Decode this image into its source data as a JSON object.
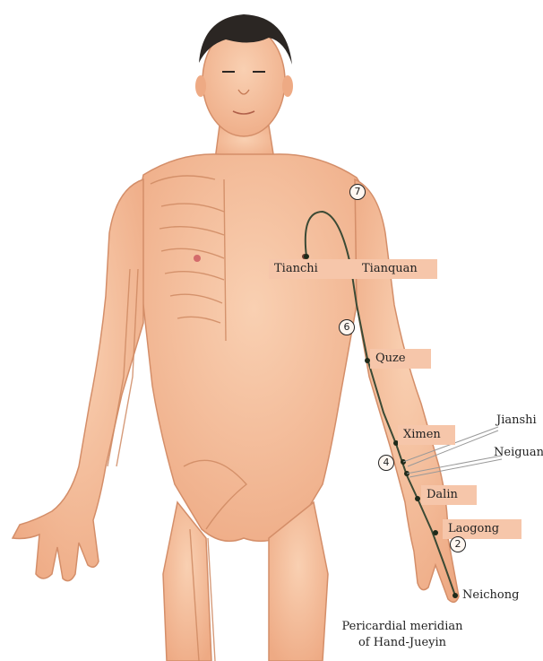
{
  "labels": {
    "tianchi": "Tianchi",
    "tianquan": "Tianquan",
    "quze": "Quze",
    "ximen": "Ximen",
    "jianshi": "Jianshi",
    "neiguan": "Neiguan",
    "dalin": "Dalin",
    "laogong": "Laogong",
    "neichong": "Neichong"
  },
  "markers": {
    "m7": "7",
    "m6": "6",
    "m4": "4",
    "m2": "2"
  },
  "caption": {
    "line1": "Pericardial meridian",
    "line2": "of Hand-Jueyin"
  },
  "colors": {
    "skin": "#f7c8a6",
    "skin_shade": "#e9a27e",
    "hair": "#2b2623",
    "bone": "#d79a72",
    "meridian": "#3b4a35",
    "label_box": "#f6c6aa"
  }
}
